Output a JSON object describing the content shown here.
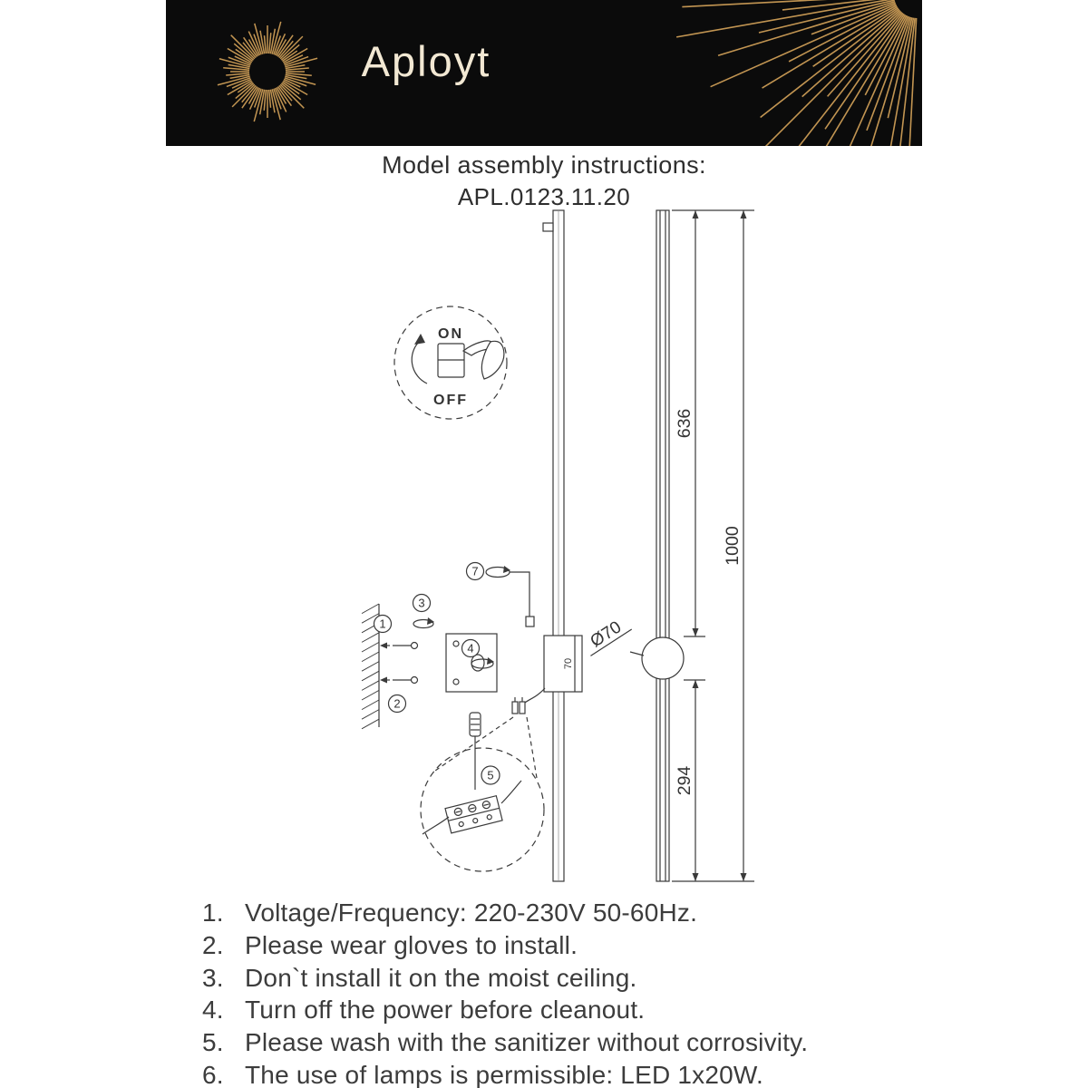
{
  "page": {
    "background": "#ffffff",
    "ink": "#3a3a3a"
  },
  "header": {
    "brand": "Aployt",
    "bg_color": "#0b0b0b",
    "accent_color": "#c29552",
    "decor": [
      "sunburst-icon",
      "corner-rays-icon"
    ]
  },
  "title": {
    "heading": "Model assembly instructions:",
    "model": "APL.0123.11.20"
  },
  "diagram": {
    "switch_detail": {
      "on_label": "ON",
      "off_label": "OFF"
    },
    "dimensions": {
      "upper_length": "636",
      "overall_length": "1000",
      "lower_length": "294",
      "knob_diameter": "Ø70",
      "bracket_size": "70"
    },
    "callouts": {
      "c1": "1",
      "c2": "2",
      "c3": "3",
      "c4": "4",
      "c5": "5",
      "c7": "7"
    }
  },
  "instructions": [
    {
      "num": "1.",
      "text": "Voltage/Frequency: 220-230V 50-60Hz."
    },
    {
      "num": "2.",
      "text": "Please wear gloves to install."
    },
    {
      "num": "3.",
      "text": "Don`t install it on the moist ceiling."
    },
    {
      "num": "4.",
      "text": "Turn off the power before cleanout."
    },
    {
      "num": "5.",
      "text": "Please wash with the sanitizer without corrosivity."
    },
    {
      "num": "6.",
      "text": "The use of lamps is permissible: LED 1x20W."
    }
  ]
}
